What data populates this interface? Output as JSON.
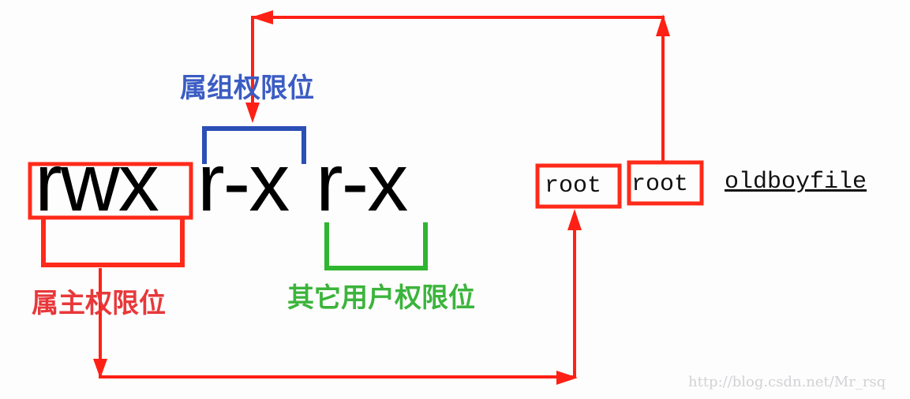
{
  "diagram": {
    "permissions": {
      "owner": "rwx",
      "group": "r-x",
      "others": "r-x"
    },
    "labels": {
      "group": "属组权限位",
      "owner": "属主权限位",
      "others": "其它用户权限位"
    },
    "owner_name": "root",
    "group_name": "root",
    "file_name": "oldboyfile",
    "colors": {
      "owner": "#ff2a1a",
      "group": "#2b4fb5",
      "others": "#2fb52f",
      "arrow": "#ff2015"
    }
  },
  "watermark": "http://blog.csdn.net/Mr_rsq"
}
